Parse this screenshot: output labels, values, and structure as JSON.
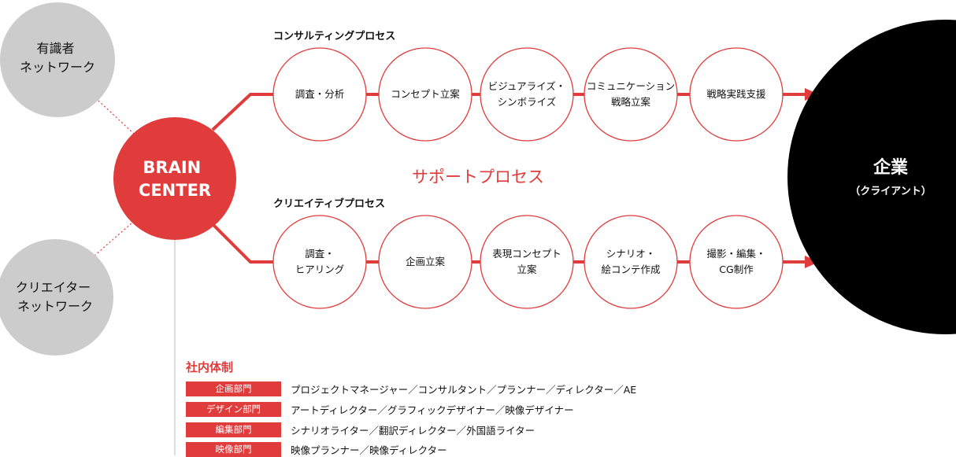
{
  "colors": {
    "accent": "#e03c3c",
    "network_gray": "#cccccc",
    "client_black": "#000000",
    "node_border": "#e03c3c"
  },
  "networks": {
    "experts": [
      "有識者",
      "ネットワーク"
    ],
    "creators": [
      "クリエイター",
      "ネットワーク"
    ]
  },
  "hub": {
    "lines": [
      "BRAIN",
      "CENTER"
    ]
  },
  "client": {
    "title": "企業",
    "subtitle": "（クライアント）"
  },
  "support_process": "サポートプロセス",
  "consulting": {
    "title": "コンサルティングプロセス",
    "steps": [
      [
        "調査・分析"
      ],
      [
        "コンセプト立案"
      ],
      [
        "ビジュアライズ・",
        "シンボライズ"
      ],
      [
        "コミュニケーション",
        "戦略立案"
      ],
      [
        "戦略実践支援"
      ]
    ]
  },
  "creative": {
    "title": "クリエイティブプロセス",
    "steps": [
      [
        "調査・",
        "ヒアリング"
      ],
      [
        "企画立案"
      ],
      [
        "表現コンセプト",
        "立案"
      ],
      [
        "シナリオ・",
        "絵コンテ作成"
      ],
      [
        "撮影・編集・",
        "CG制作"
      ]
    ]
  },
  "organization": {
    "title": "社内体制",
    "departments": [
      {
        "name": "企画部門",
        "roles": "プロジェクトマネージャー／コンサルタント／プランナー／ディレクター／AE"
      },
      {
        "name": "デザイン部門",
        "roles": "アートディレクター／グラフィックデザイナー／映像デザイナー"
      },
      {
        "name": "編集部門",
        "roles": "シナリオライター／翻訳ディレクター／外国語ライター"
      },
      {
        "name": "映像部門",
        "roles": "映像プランナー／映像ディレクター"
      }
    ]
  }
}
